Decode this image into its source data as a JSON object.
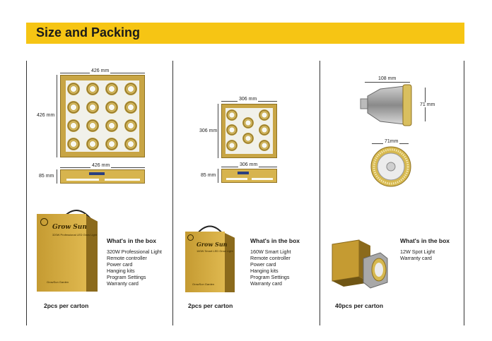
{
  "header": {
    "title": "Size and Packing"
  },
  "col1": {
    "dim_top": "426 mm",
    "dim_side": "426 mm",
    "dim_bottom": "426 mm",
    "dim_height": "85 mm",
    "box_brand": "Grow Sun",
    "box_model": "320W Professional LED Grow Light",
    "box_footer": "GrowSun Garden",
    "wib_title": "What's in the box",
    "wib_items": [
      "320W Professional Light",
      "Remote controller",
      "Power card",
      "Hanging kits",
      "Program Settings",
      "Warranty card"
    ],
    "carton": "2pcs per carton"
  },
  "col2": {
    "dim_top": "306 mm",
    "dim_side": "306 mm",
    "dim_bottom": "306 mm",
    "dim_height": "85 mm",
    "box_brand": "Grow Sun",
    "box_model": "160W Smart LED Grow Light",
    "box_footer": "GrowSun Garden",
    "wib_title": "What's in the box",
    "wib_items": [
      "160W Smart Light",
      "Remote controller",
      "Power card",
      "Hanging kits",
      "Program Settings",
      "Warranty card"
    ],
    "carton": "2pcs per carton"
  },
  "col3": {
    "dim_width": "108 mm",
    "dim_height": "71 mm",
    "dim_face": "71mm",
    "wib_title": "What's in the box",
    "wib_items": [
      "12W Spot Light",
      "Warranty card"
    ],
    "carton": "40pcs per carton"
  },
  "colors": {
    "header_bg": "#f6c514",
    "gold": "#c8a545",
    "dark_gold": "#8d7020"
  }
}
